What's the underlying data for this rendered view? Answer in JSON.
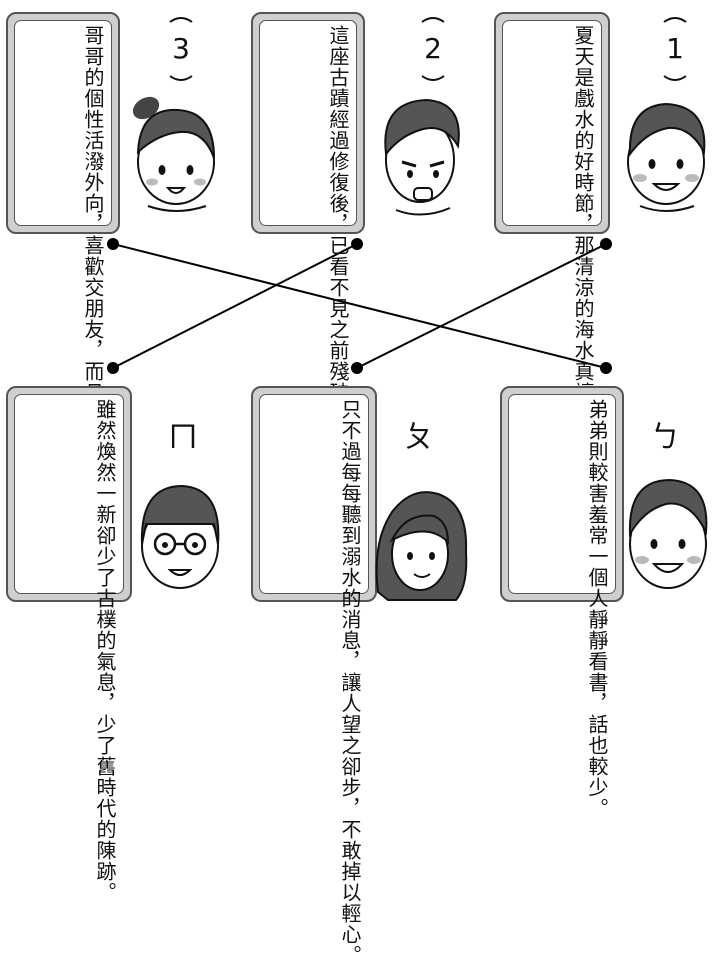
{
  "top": [
    {
      "number": "3",
      "text": "哥哥的個性活潑外向，喜歡交朋友，而且擅長多種運動。"
    },
    {
      "number": "2",
      "text": "這座古蹟經過修復後，已看不見之前殘破景象。"
    },
    {
      "number": "1",
      "text": "夏天是戲水的好時節，那清涼的海水真讓人渾身通暢。"
    }
  ],
  "bottom": [
    {
      "label": "ㄇ",
      "text": "雖然煥然一新卻少了古樸的氣息，少了舊時代的陳跡。"
    },
    {
      "label": "ㄆ",
      "text": "只不過每每聽到溺水的消息，讓人望之卻步，不敢掉以輕心。"
    },
    {
      "label": "ㄅ",
      "text": "弟弟則較害羞常一個人靜靜看書，話也較少。"
    }
  ],
  "colors": {
    "card_bg": "#cfcfcf",
    "ink": "#111111"
  }
}
